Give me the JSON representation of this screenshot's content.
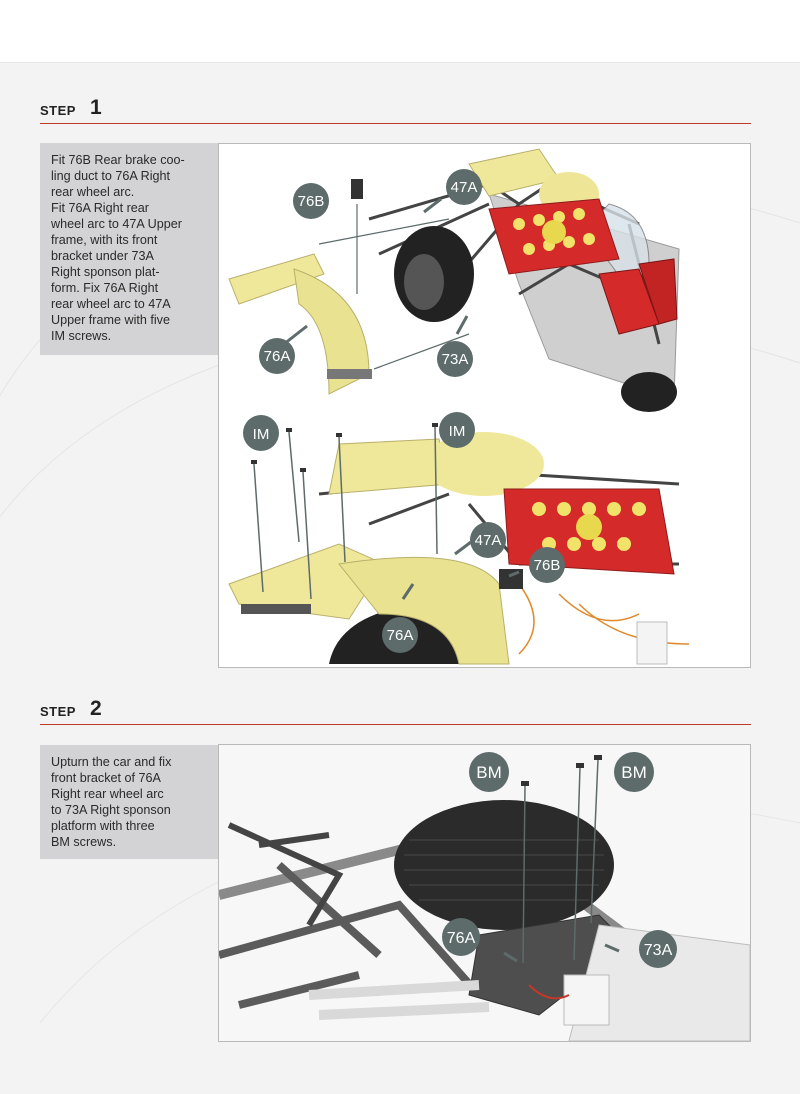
{
  "steps": [
    {
      "label": "STEP",
      "number": "1",
      "instruction_lines": [
        "Fit 76B Rear brake coo-",
        "ling duct to 76A Right",
        "rear wheel arc.",
        "Fit 76A Right rear",
        "wheel arc to 47A Upper",
        "frame, with its front",
        "bracket under 73A",
        "Right sponson plat-",
        "form. Fix 76A Right",
        "rear wheel arc to 47A",
        "Upper frame with five",
        "IM screws."
      ],
      "figure_a_callouts": [
        "76B",
        "47A",
        "76A",
        "73A"
      ],
      "figure_b_callouts": [
        "IM",
        "IM",
        "47A",
        "76B",
        "76A"
      ]
    },
    {
      "label": "STEP",
      "number": "2",
      "instruction_lines": [
        "Upturn the car and fix",
        "front bracket of 76A",
        "Right rear wheel arc",
        "to 73A Right sponson",
        "platform with three",
        "BM screws."
      ],
      "figure_callouts": [
        "BM",
        "BM",
        "76A",
        "73A"
      ]
    }
  ],
  "colors": {
    "accent_line": "#c0392b",
    "callout_fill": "#5d6b6b",
    "part_yellow": "#efe89a",
    "engine_red": "#d42a2a",
    "chassis_grey": "#5b5b5b",
    "instruction_bg": "#d3d2d4"
  }
}
